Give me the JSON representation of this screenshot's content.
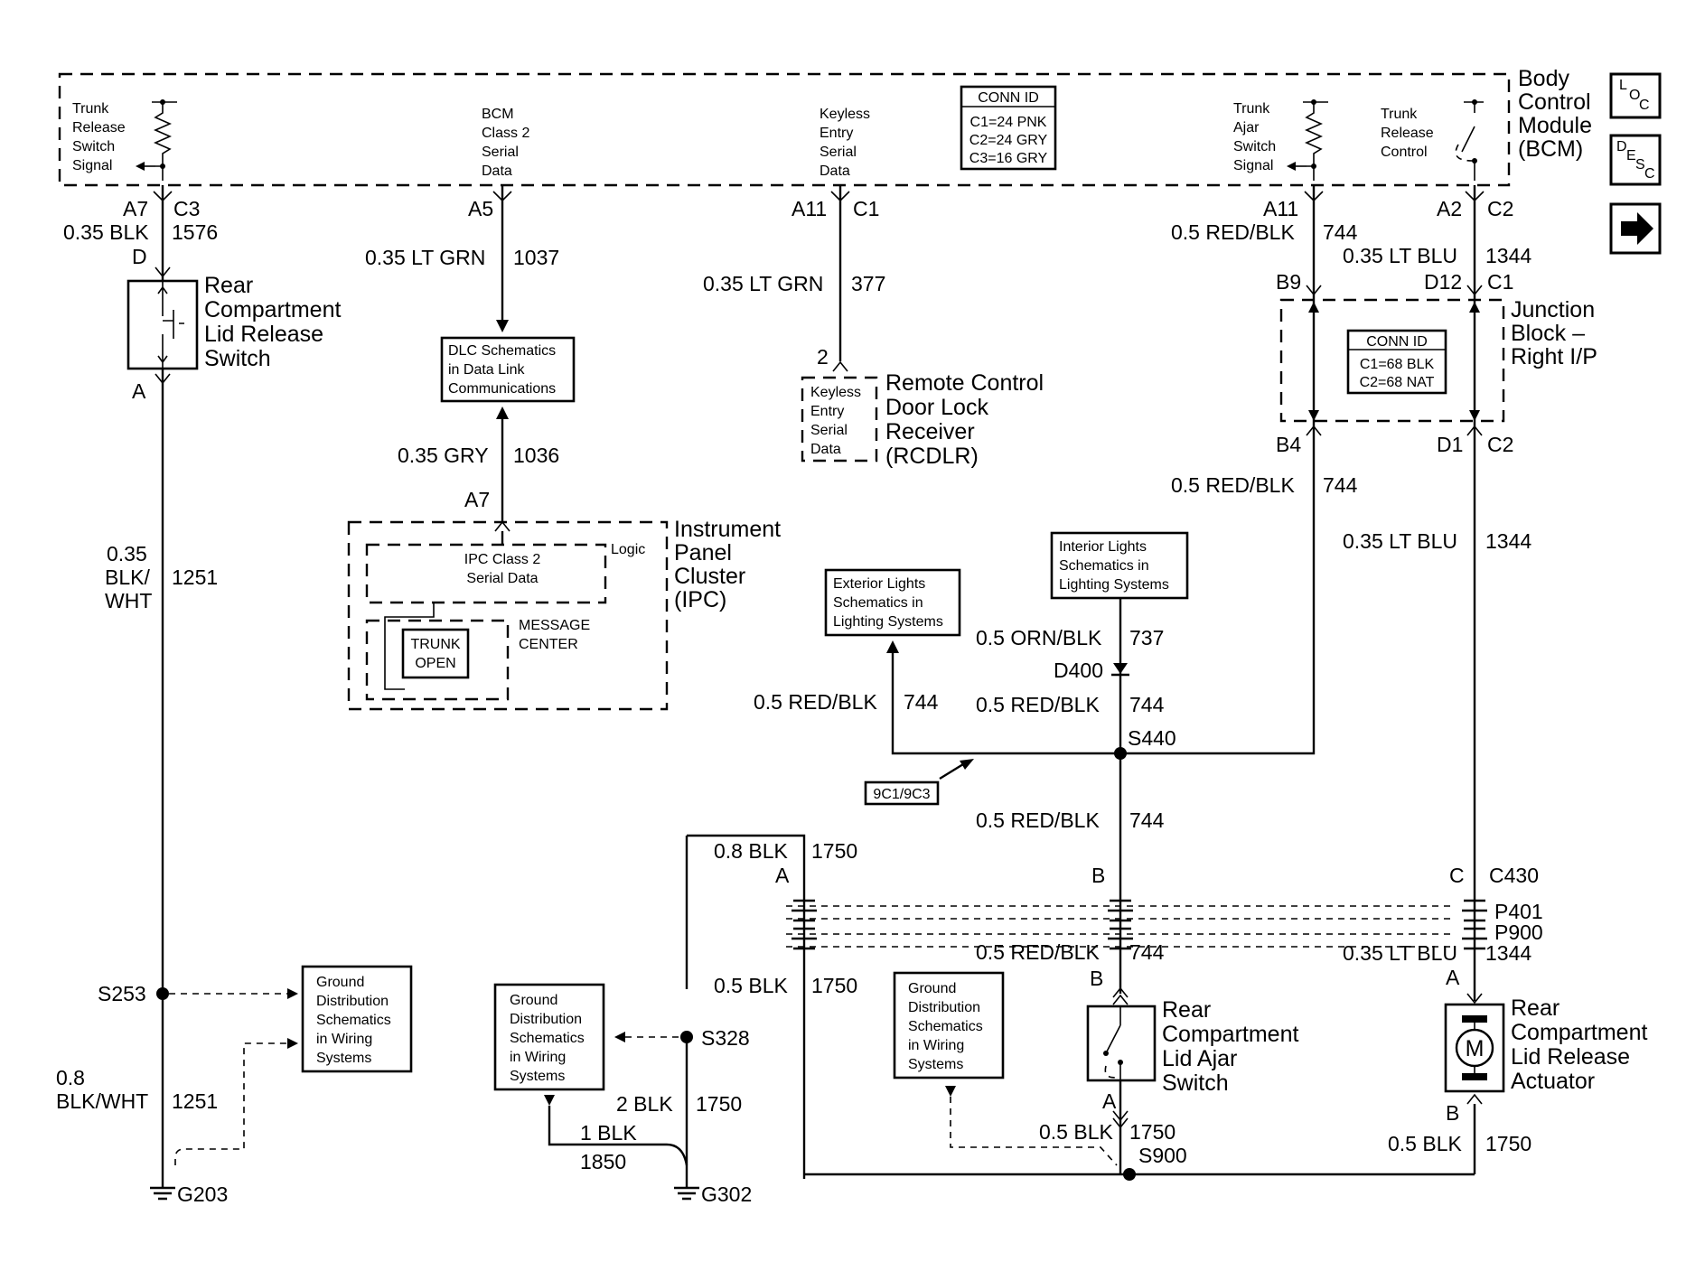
{
  "bcm": {
    "name": [
      "Body",
      "Control",
      "Module",
      "(BCM)"
    ],
    "trunk_release_switch_signal": [
      "Trunk",
      "Release",
      "Switch",
      "Signal"
    ],
    "class2": [
      "BCM",
      "Class 2",
      "Serial",
      "Data"
    ],
    "keyless": [
      "Keyless",
      "Entry",
      "Serial",
      "Data"
    ],
    "trunk_ajar_switch_signal": [
      "Trunk",
      "Ajar",
      "Switch",
      "Signal"
    ],
    "trunk_release_control": [
      "Trunk",
      "Release",
      "Control"
    ],
    "conn_title": "CONN ID",
    "conn": [
      "C1=24 PNK",
      "C2=24 GRY",
      "C3=16 GRY"
    ]
  },
  "nav": {
    "loc": [
      "L",
      "O",
      "C"
    ],
    "desc": [
      "D",
      "E",
      "S",
      "C"
    ],
    "next_glyph": "➡"
  },
  "rear_release_switch": {
    "name": [
      "Rear",
      "Compartment",
      "Lid Release",
      "Switch"
    ],
    "pin_top": "D",
    "pin_bottom": "A",
    "bcm_pin": "A7",
    "bcm_conn": "C3",
    "wire_top": "0.35 BLK",
    "circuit_top": "1576",
    "wire_bottom": [
      "0.35",
      "BLK/",
      "WHT"
    ],
    "circuit_bottom": "1251",
    "splice": "S253",
    "wire_ground": [
      "0.8",
      "BLK/WHT"
    ],
    "circuit_ground": "1251",
    "ground": "G203"
  },
  "dlc": {
    "bcm_pin": "A5",
    "wire": "0.35 LT GRN",
    "circuit": "1037",
    "box": [
      "DLC Schematics",
      "in Data Link",
      "Communications"
    ],
    "wire_ipc": "0.35 GRY",
    "circuit_ipc": "1036",
    "ipc_pin": "A7"
  },
  "ipc": {
    "name": [
      "Instrument",
      "Panel",
      "Cluster",
      "(IPC)"
    ],
    "logic": "Logic",
    "serial": [
      "IPC Class 2",
      "Serial Data"
    ],
    "message_center": [
      "MESSAGE",
      "CENTER"
    ],
    "trunk_open": [
      "TRUNK",
      "OPEN"
    ]
  },
  "rcdlr": {
    "bcm_pin": "A11",
    "bcm_conn": "C1",
    "wire": "0.35 LT GRN",
    "circuit": "377",
    "pin": "2",
    "inner": [
      "Keyless",
      "Entry",
      "Serial",
      "Data"
    ],
    "name": [
      "Remote Control",
      "Door Lock",
      "Receiver",
      "(RCDLR)"
    ]
  },
  "ajar_circuit": {
    "bcm_pin": "A11",
    "wire": "0.5 RED/BLK",
    "circuit": "744",
    "jb_in": "B9",
    "jb_out": "B4",
    "wire2": "0.5 RED/BLK",
    "circuit2": "744"
  },
  "release_circuit": {
    "bcm_pin": "A2",
    "bcm_conn": "C2",
    "wire": "0.35 LT BLU",
    "circuit": "1344",
    "jb_in": "D12",
    "jb_in_conn": "C1",
    "jb_out": "D1",
    "jb_out_conn": "C2",
    "wire2": "0.35 LT BLU",
    "circuit2": "1344"
  },
  "junction_block": {
    "name": [
      "Junction",
      "Block –",
      "Right I/P"
    ],
    "conn_title": "CONN ID",
    "conn": [
      "C1=68 BLK",
      "C2=68 NAT"
    ]
  },
  "lighting": {
    "exterior": [
      "Exterior Lights",
      "Schematics in",
      "Lighting Systems"
    ],
    "interior": [
      "Interior Lights",
      "Schematics in",
      "Lighting Systems"
    ],
    "wire_ext": "0.5 RED/BLK",
    "circuit_ext": "744",
    "wire_int": "0.5 ORN/BLK",
    "circuit_int": "737",
    "diode": "D400",
    "wire_after": "0.5 RED/BLK",
    "circuit_after": "744",
    "splice": "S440",
    "ref": "9C1/9C3"
  },
  "c430": {
    "wire_blk": "0.8 BLK",
    "circuit_blk": "1750",
    "wire_744": "0.5 RED/BLK",
    "circuit_744": "744",
    "pin_a": "A",
    "pin_b": "B",
    "pin_c": "C",
    "conn": "C430",
    "p401": "P401",
    "p900": "P900"
  },
  "lower": {
    "wire_blk": "0.5 BLK",
    "circuit_blk": "1750",
    "wire_744": "0.5 RED/BLK",
    "circuit_744": "744",
    "wire_1344": "0.35 LT BLU",
    "circuit_1344": "1344",
    "ground_box_left": [
      "Ground",
      "Distribution",
      "Schematics",
      "in Wiring",
      "Systems"
    ],
    "ground_box_mid": [
      "Ground",
      "Distribution",
      "Schematics",
      "in Wiring",
      "Systems"
    ],
    "ground_box_right": [
      "Ground",
      "Distribution",
      "Schematics",
      "in Wiring",
      "Systems"
    ],
    "splice_s328": "S328",
    "wire_2blk": "2 BLK",
    "circuit_2blk": "1750",
    "wire_1blk": "1 BLK",
    "circuit_1blk": "1850",
    "ground_g302": "G302",
    "ajar_switch": [
      "Rear",
      "Compartment",
      "Lid Ajar",
      "Switch"
    ],
    "ajar_pin_top": "B",
    "ajar_pin_bottom": "A",
    "wire_ajar_gnd": "0.5 BLK",
    "circuit_ajar_gnd": "1750",
    "splice_s900": "S900",
    "actuator": [
      "Rear",
      "Compartment",
      "Lid Release",
      "Actuator"
    ],
    "act_pin_top": "A",
    "act_pin_bottom": "B",
    "motor": "M",
    "wire_act_gnd": "0.5 BLK",
    "circuit_act_gnd": "1750"
  }
}
